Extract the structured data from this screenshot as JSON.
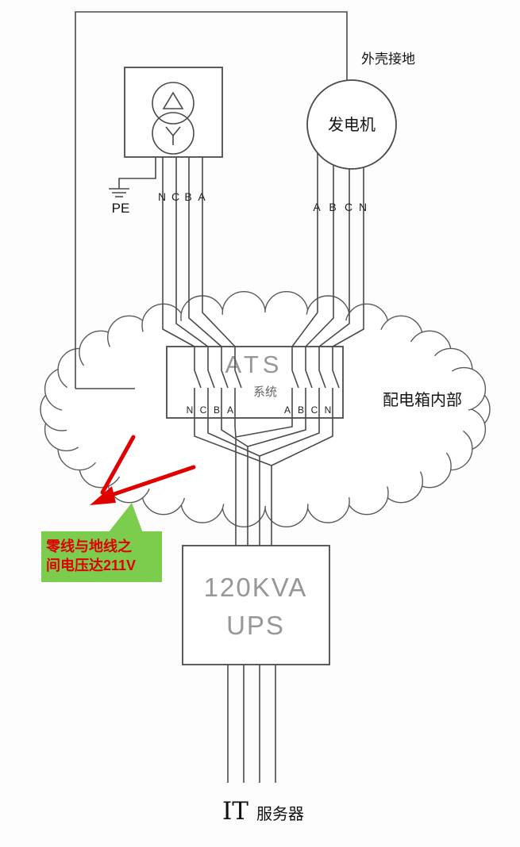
{
  "diagram": {
    "shell_ground_label": "外壳接地",
    "generator_label": "发电机",
    "pe_label": "PE",
    "cloud_label": "配电箱内部",
    "ats_title": "ATS",
    "ats_subtitle": "系统",
    "ups_line1": "120KVA",
    "ups_line2": "UPS",
    "footer_it": "IT",
    "footer_server": "服务器"
  },
  "phases": {
    "transformer": [
      "N",
      "C",
      "B",
      "A"
    ],
    "generator": [
      "A",
      "B",
      "C",
      "N"
    ],
    "ats_left": [
      "N",
      "C",
      "B",
      "A"
    ],
    "ats_right": [
      "A",
      "B",
      "C",
      "N"
    ]
  },
  "callout": {
    "line1": "零线与地线之",
    "line2": "间电压达211V"
  },
  "colors": {
    "line": "#4a4a4a",
    "muted_text": "#979797",
    "callout_bg": "#7ccd4e",
    "callout_text": "#e00000",
    "arrow_red": "#e00000"
  }
}
